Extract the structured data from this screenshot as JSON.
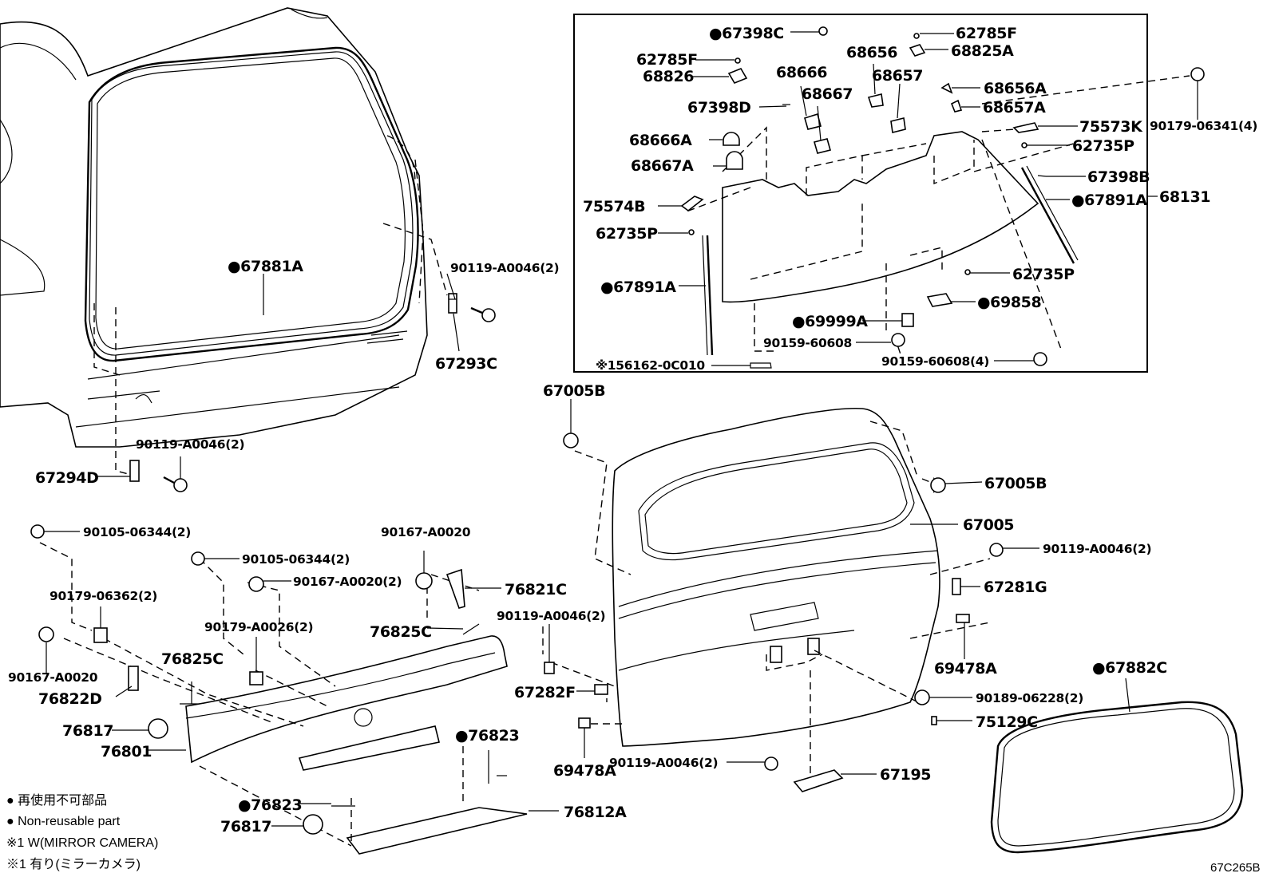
{
  "parts": {
    "p67881A": "●67881A",
    "p90119_A0046_2_a": "90119-A0046(2)",
    "p67293C": "67293C",
    "p90119_A0046_2_b": "90119-A0046(2)",
    "p67294D": "67294D",
    "p90105_06344_2_a": "90105-06344(2)",
    "p90105_06344_2_b": "90105-06344(2)",
    "p90167_A0020_top": "90167-A0020",
    "p90167_A0020_2": "90167-A0020(2)",
    "p76821C": "76821C",
    "p90179_06362_2": "90179-06362(2)",
    "p90179_A0026_2": "90179-A0026(2)",
    "p76825C_a": "76825C",
    "p76825C_b": "76825C",
    "p90167_A0020_left": "90167-A0020",
    "p76822D": "76822D",
    "p76817_a": "76817",
    "p76801": "76801",
    "p76823_a": "●76823",
    "p76823_b": "●76823",
    "p76817_b": "76817",
    "p76812A": "76812A",
    "p67005B_a": "67005B",
    "p67005B_b": "67005B",
    "p67005": "67005",
    "p90119_A0046_2_c": "90119-A0046(2)",
    "p67281G": "67281G",
    "p90119_A0046_2_d": "90119-A0046(2)",
    "p69478A_a": "69478A",
    "p69478A_b": "69478A",
    "p67282F": "67282F",
    "p67882C": "●67882C",
    "p90189_06228_2": "90189-06228(2)",
    "p75129C": "75129C",
    "p90119_A0046_2_e": "90119-A0046(2)",
    "p67195": "67195",
    "p67398C": "●67398C",
    "p62785F_a": "62785F",
    "p62785F_b": "62785F",
    "p68825A": "68825A",
    "p68826": "68826",
    "p68666": "68666",
    "p68656": "68656",
    "p68657": "68657",
    "p68667": "68667",
    "p68656A": "68656A",
    "p67398D": "67398D",
    "p68657A": "68657A",
    "p90179_06341_4": "90179-06341(4)",
    "p68666A": "68666A",
    "p75573K": "75573K",
    "p62735P_a": "62735P",
    "p68667A": "68667A",
    "p67398B": "67398B",
    "p67891A_a": "●67891A",
    "p68131": "68131",
    "p75574B": "75574B",
    "p62735P_b": "62735P",
    "p67891A_b": "●67891A",
    "p62735P_c": "62735P",
    "p69999A": "●69999A",
    "p69858": "●69858",
    "p90159_60608": "90159-60608",
    "p90159_60608_4": "90159-60608(4)",
    "p156162": "※156162-0C010"
  },
  "legend": {
    "jp_nonreusable": "● 再使用不可部品",
    "en_nonreusable": "● Non-reusable part",
    "note_en": "※1 W(MIRROR CAMERA)",
    "note_jp": "※1 有り(ミラーカメラ)"
  },
  "drawing_code": "67C265B"
}
